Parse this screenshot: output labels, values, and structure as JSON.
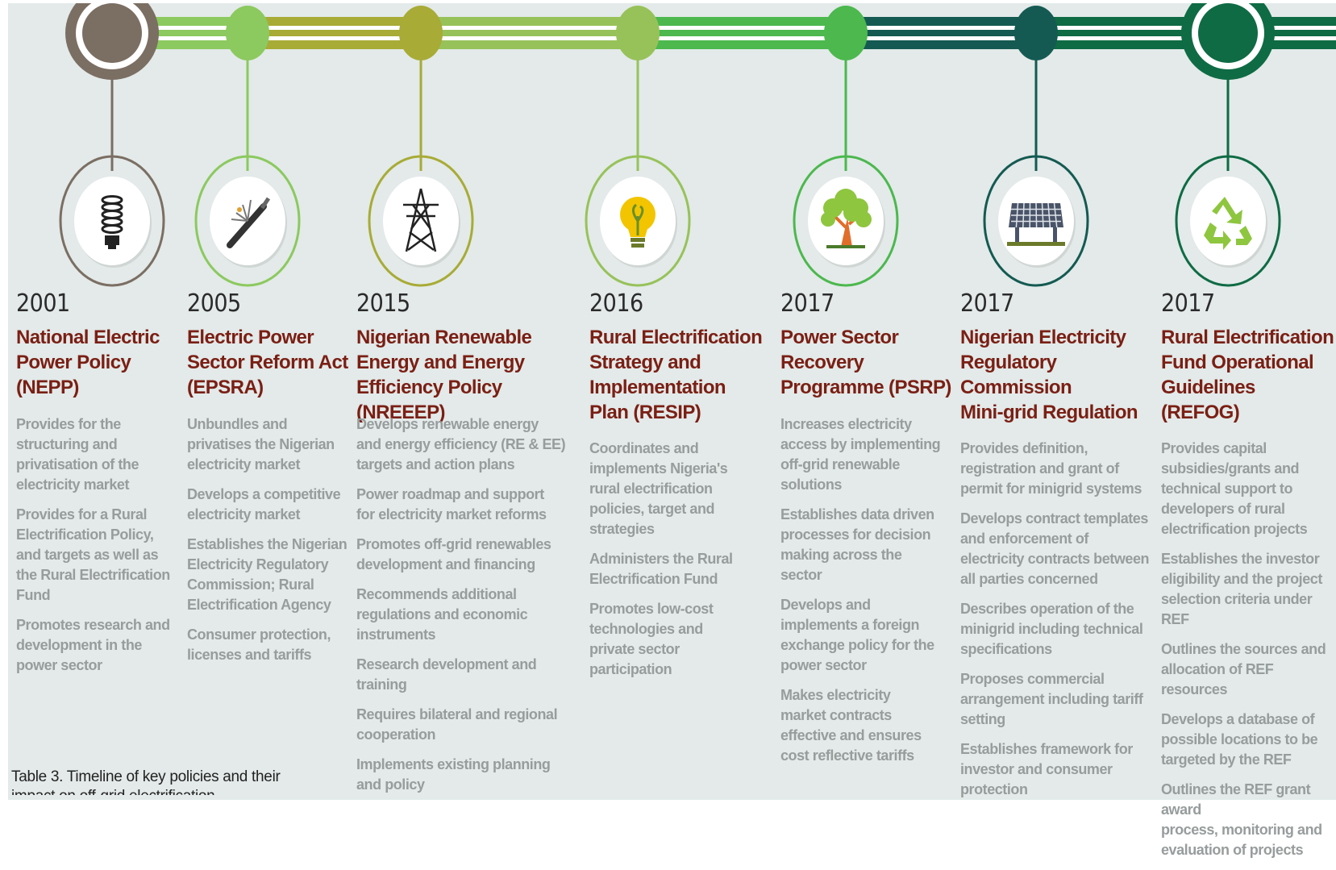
{
  "colors": {
    "background": "#e3eae9",
    "title_text": "#7a1f14",
    "body_text": "#979c9c",
    "year_text": "#2b2b2b",
    "milestones": [
      "#7b6e63",
      "#8cc95f",
      "#a8ab36",
      "#97c25a",
      "#4cb84e",
      "#145a52",
      "#0f6b44"
    ]
  },
  "milestones": [
    {
      "year": "2001",
      "title": "National Electric\nPower Policy\n(NEPP)",
      "icon": "light-bulb-cfl-icon",
      "items": [
        "Provides for the\nstructuring and\nprivatisation of the\nelectricity market",
        "Provides for a Rural\nElectrification Policy,\nand targets as well as\nthe Rural Electrification\nFund",
        "Promotes research and\ndevelopment in the\npower sector"
      ]
    },
    {
      "year": "2005",
      "title": "Electric Power\nSector Reform Act\n(EPSRA)",
      "icon": "cable-wire-icon",
      "items": [
        "Unbundles and\nprivatises the Nigerian\nelectricity market",
        "Develops a competitive\nelectricity market",
        "Establishes the Nigerian\nElectricity Regulatory\nCommission; Rural\nElectrification Agency",
        "Consumer protection,\nlicenses and tariffs"
      ]
    },
    {
      "year": "2015",
      "title": "Nigerian Renewable\nEnergy and Energy\nEfficiency Policy (NREEEP)",
      "icon": "transmission-tower-icon",
      "items": [
        "Develops renewable energy\nand energy efficiency (RE & EE)\ntargets and action plans",
        "Power roadmap and support\nfor electricity market reforms",
        "Promotes off-grid renewables\ndevelopment and financing",
        "Recommends additional\nregulations and economic\ninstruments",
        "Research development and\ntraining",
        "Requires bilateral and regional\ncooperation",
        "Implements existing planning\nand policy"
      ]
    },
    {
      "year": "2016",
      "title": "Rural Electrification\nStrategy and\nImplementation\nPlan (RESIP)",
      "icon": "eco-light-bulb-icon",
      "items": [
        "Coordinates and\nimplements Nigeria's\nrural electrification\npolicies, target and\nstrategies",
        "Administers the Rural\nElectrification Fund",
        "Promotes low-cost\ntechnologies and\nprivate sector\nparticipation"
      ]
    },
    {
      "year": "2017",
      "title": "Power Sector\nRecovery\nProgramme (PSRP)",
      "icon": "tree-icon",
      "items": [
        "Increases electricity\naccess by implementing\noff-grid renewable\nsolutions",
        "Establishes data driven\nprocesses for decision\nmaking across the\nsector",
        "Develops and\nimplements a foreign\nexchange policy for the\npower sector",
        "Makes electricity\nmarket contracts\neffective and ensures\ncost reflective tariffs"
      ]
    },
    {
      "year": "2017",
      "title": "Nigerian Electricity\nRegulatory\nCommission\nMini-grid Regulation",
      "icon": "solar-panel-icon",
      "items": [
        "Provides definition,\nregistration and grant of\npermit for minigrid systems",
        "Develops contract templates\nand enforcement of\nelectricity contracts between\nall parties concerned",
        "Describes operation of the\nminigrid including technical\nspecifications",
        "Proposes commercial\narrangement including tariff\nsetting",
        "Establishes framework for\ninvestor and consumer\nprotection"
      ]
    },
    {
      "year": "2017",
      "title": "Rural Electrification\nFund Operational\nGuidelines (REFOG)",
      "icon": "recycle-icon",
      "items": [
        "Provides capital\nsubsidies/grants and\ntechnical support to\ndevelopers of rural\nelectrification projects",
        "Establishes the investor\neligibility and the project\nselection criteria under REF",
        "Outlines the sources and\nallocation of REF resources",
        "Develops a database of\npossible locations to be\ntargeted by the REF",
        "Outlines the REF grant award\nprocess, monitoring and\nevaluation of projects"
      ]
    }
  ],
  "caption": {
    "label": "Table 3.",
    "text": " Timeline of key policies and their impact on off-grid electrification"
  }
}
